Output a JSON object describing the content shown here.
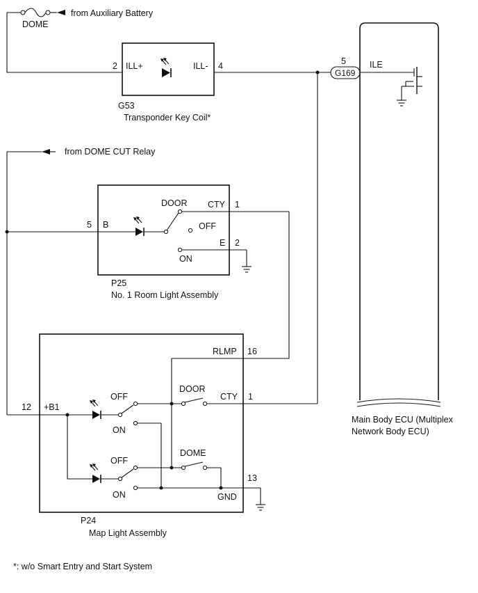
{
  "sources": {
    "aux_battery": "from Auxiliary Battery",
    "dome_cut": "from DOME CUT Relay",
    "fuse": "DOME"
  },
  "g53": {
    "code": "G53",
    "name": "Transponder Key Coil*",
    "pin_left_num": "2",
    "pin_left_name": "ILL+",
    "pin_right_num": "4",
    "pin_right_name": "ILL-"
  },
  "ecu": {
    "connector": "G169",
    "pin_num": "5",
    "pin_name": "ILE",
    "name_line1": "Main Body ECU (Multiplex",
    "name_line2": "Network Body ECU)"
  },
  "p25": {
    "code": "P25",
    "name": "No. 1 Room Light Assembly",
    "pin_b_num": "5",
    "pin_b_name": "B",
    "pin_cty_num": "1",
    "pin_cty_name": "CTY",
    "pin_e_num": "2",
    "pin_e_name": "E",
    "pos_door": "DOOR",
    "pos_off": "OFF",
    "pos_on": "ON"
  },
  "p24": {
    "code": "P24",
    "name": "Map Light Assembly",
    "pin_rlmp_num": "16",
    "pin_rlmp_name": "RLMP",
    "pin_b1_num": "12",
    "pin_b1_name": "+B1",
    "pin_cty_num": "1",
    "pin_cty_name": "CTY",
    "pin_gnd_num": "13",
    "pin_gnd_name": "GND",
    "off1": "OFF",
    "on1": "ON",
    "off2": "OFF",
    "on2": "ON",
    "door": "DOOR",
    "dome": "DOME"
  },
  "footnote": "*: w/o Smart Entry and Start System"
}
